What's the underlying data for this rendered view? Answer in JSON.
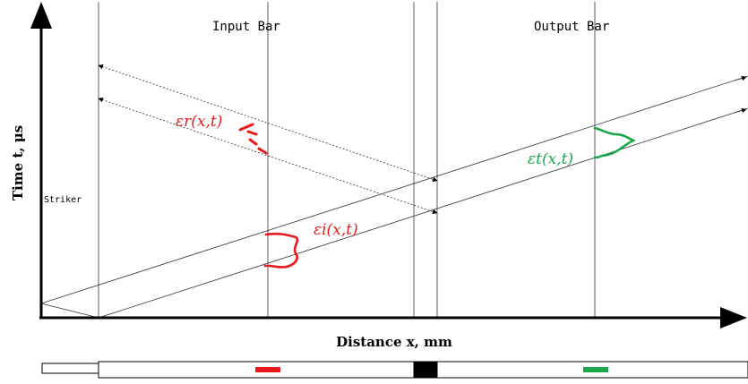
{
  "diagram": {
    "x_axis_label": "Distance x, mm",
    "y_axis_label": "Time t, μs",
    "bar_labels": {
      "input": "Input Bar",
      "output": "Output Bar",
      "striker": "Striker"
    },
    "strain_labels": {
      "reflected": "εr(x,t)",
      "incident": "εi(x,t)",
      "transmitted": "εt(x,t)"
    },
    "colors": {
      "axes": "#000000",
      "lines": "#333333",
      "reflected": "#e8191b",
      "incident": "#e8191b",
      "transmitted": "#1aa64a",
      "specimen": "#000000",
      "input_gauge": "#e8191b",
      "output_gauge": "#1aa64a"
    }
  }
}
